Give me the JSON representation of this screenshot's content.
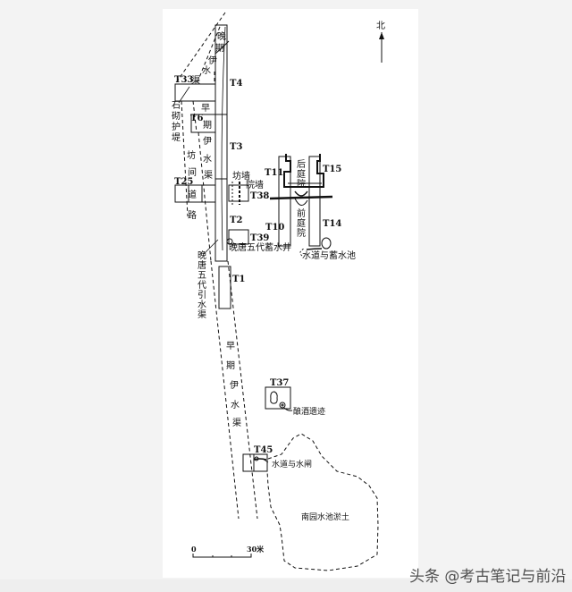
{
  "north_label": "北",
  "trenches": {
    "t4": "T4",
    "t33": "T33",
    "t6": "T6",
    "t3": "T3",
    "t25": "T25",
    "t38": "T38",
    "t2": "T2",
    "t39": "T39",
    "t1": "T1",
    "t11": "T11",
    "t15": "T15",
    "t10": "T10",
    "t14": "T14",
    "t37": "T37",
    "t45": "T45"
  },
  "features": {
    "late_canal": [
      "晚",
      "期",
      "伊",
      "水",
      "渠"
    ],
    "early_canal_north": [
      "早",
      "期",
      "伊",
      "水",
      "渠"
    ],
    "early_canal_south": [
      "早",
      "期",
      "伊",
      "水",
      "渠"
    ],
    "stone_levee": [
      "石",
      "砌",
      "护",
      "堤"
    ],
    "ward_road": [
      "坊",
      "间",
      "道",
      "路"
    ],
    "late_tang_intake": [
      "晚",
      "唐",
      "五",
      "代",
      "引",
      "水",
      "渠"
    ],
    "back_courtyard": [
      "后",
      "庭",
      "院"
    ],
    "front_courtyard": [
      "前",
      "庭",
      "院"
    ],
    "ward_wall": "坊墙",
    "courtyard_wall": "院墙",
    "late_tang_well": "晚唐五代蓄水井",
    "channel_and_cistern": "水道与蓄水池",
    "brewing_remains": "酿酒遗迹",
    "channel_and_sluice": "水道与水闸",
    "south_garden_pond": "南园水池淤土"
  },
  "scale": {
    "zero": "0",
    "end": "30米"
  },
  "watermark": "头条 @考古笔记与前沿"
}
